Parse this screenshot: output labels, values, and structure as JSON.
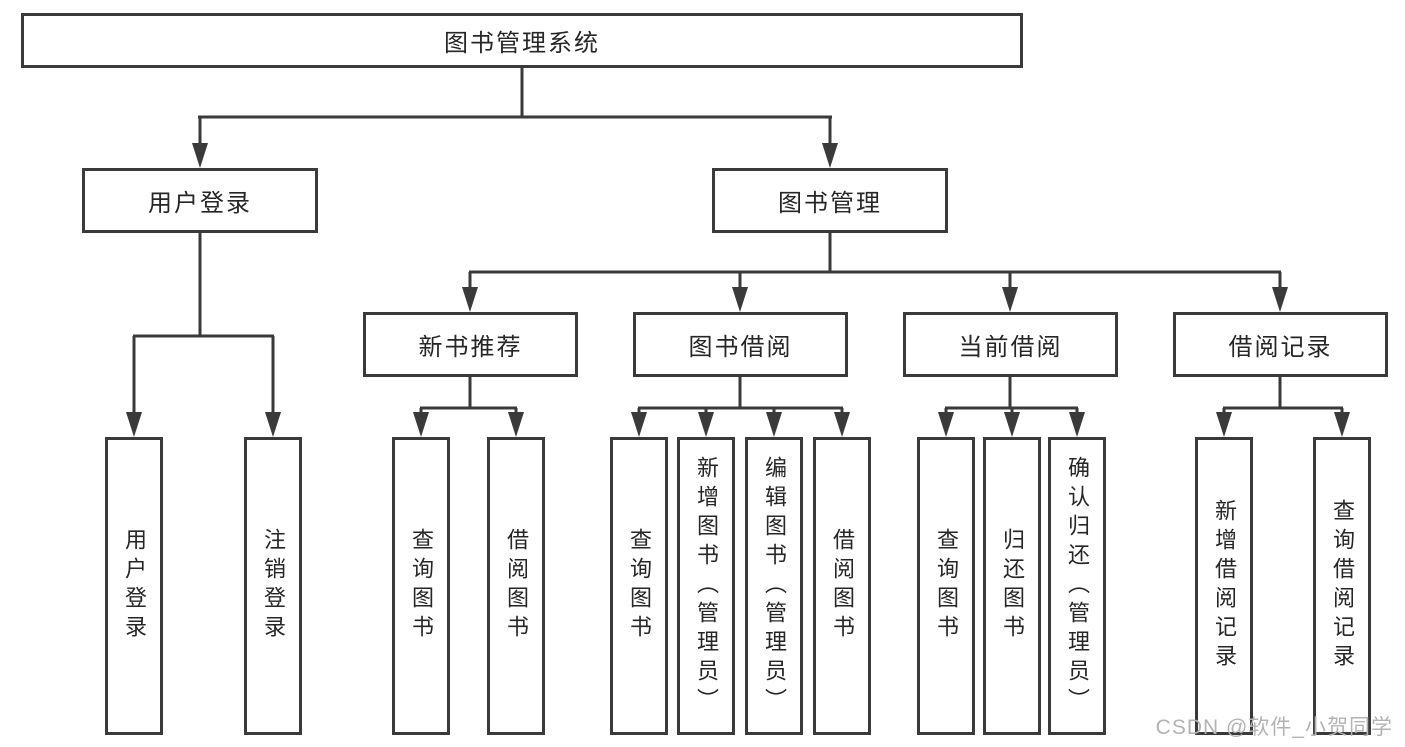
{
  "diagram": {
    "root": {
      "label": "图书管理系统"
    },
    "level2": [
      {
        "label": "用户登录"
      },
      {
        "label": "图书管理"
      }
    ],
    "level3": [
      {
        "label": "新书推荐"
      },
      {
        "label": "图书借阅"
      },
      {
        "label": "当前借阅"
      },
      {
        "label": "借阅记录"
      }
    ],
    "leaves": [
      {
        "label": "用户登录"
      },
      {
        "label": "注销登录"
      },
      {
        "label": "查询图书"
      },
      {
        "label": "借阅图书"
      },
      {
        "label": "查询图书"
      },
      {
        "label": "新增图书（管理员）"
      },
      {
        "label": "编辑图书（管理员）"
      },
      {
        "label": "借阅图书"
      },
      {
        "label": "查询图书"
      },
      {
        "label": "归还图书"
      },
      {
        "label": "确认归还（管理员）"
      },
      {
        "label": "新增借阅记录"
      },
      {
        "label": "查询借阅记录"
      }
    ]
  },
  "watermark": {
    "text": "CSDN @软件_小贺同学"
  },
  "colors": {
    "line": "#3a3a3a",
    "text": "#262626",
    "watermark": "#b3b3b3",
    "background": "#ffffff"
  }
}
